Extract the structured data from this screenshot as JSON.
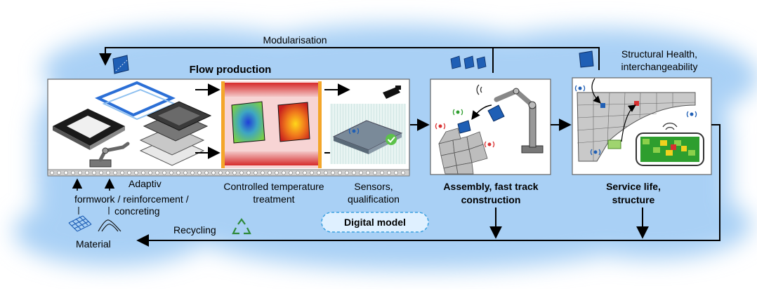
{
  "loop": {
    "modularisation": "Modularisation",
    "recycling": "Recycling"
  },
  "flow": {
    "title": "Flow production",
    "step_adaptive": "Adaptiv",
    "step_formwork": "formwork / reinforcement /",
    "step_concreting": "concreting",
    "step_temp_1": "Controlled temperature",
    "step_temp_2": "treatment",
    "step_sensors_1": "Sensors,",
    "step_sensors_2": "qualification"
  },
  "assembly": {
    "title_1": "Assembly, fast track",
    "title_2": "construction"
  },
  "service": {
    "title_1": "Service life,",
    "title_2": "structure",
    "note_1": "Structural Health,",
    "note_2": "interchangeability"
  },
  "digital_model": "Digital model",
  "material": "Material",
  "colors": {
    "cloud": "#a9d0f5",
    "blue_module": "#1f5fb5",
    "red_zone": "#d93030",
    "orange_bar": "#f4a62a",
    "recycle_green": "#2f8a3a",
    "heat_green": "#2e9e2e",
    "arrow": "#000000"
  }
}
